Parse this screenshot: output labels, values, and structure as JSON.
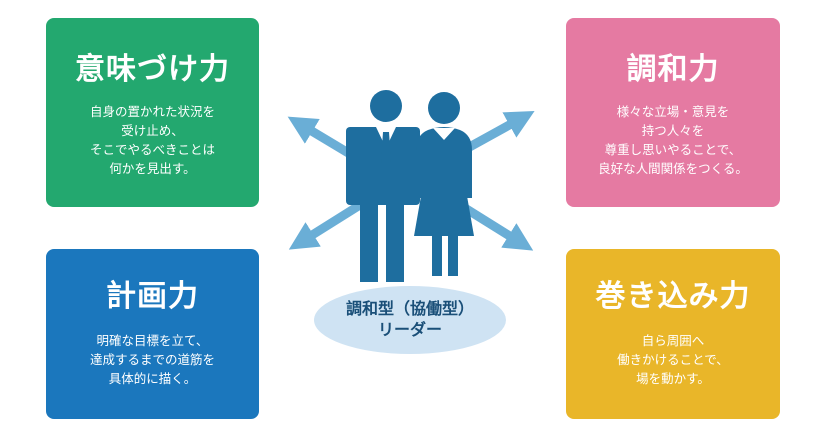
{
  "colors": {
    "meaning": "#23a86f",
    "harmony": "#e57aa2",
    "planning": "#1b77bd",
    "involve": "#e9b629",
    "figures": "#1e6e9f",
    "arrows": "#6aaed6",
    "ellipse": "#cfe3f3",
    "leader_text": "#1a4f78"
  },
  "cards": {
    "meaning": {
      "title": "意味づけ力",
      "lines": [
        "自身の置かれた状況を",
        "受け止め、",
        "そこでやるべきことは",
        "何かを見出す。"
      ]
    },
    "harmony": {
      "title": "調和力",
      "lines": [
        "様々な立場・意見を",
        "持つ人々を",
        "尊重し思いやることで、",
        "良好な人間関係をつくる。"
      ]
    },
    "planning": {
      "title": "計画力",
      "lines": [
        "明確な目標を立て、",
        "達成するまでの道筋を",
        "具体的に描く。"
      ]
    },
    "involve": {
      "title": "巻き込み力",
      "lines": [
        "自ら周囲へ",
        "働きかけることで、",
        "場を動かす。"
      ]
    }
  },
  "center": {
    "line1": "調和型（協働型）",
    "line2": "リーダー"
  }
}
